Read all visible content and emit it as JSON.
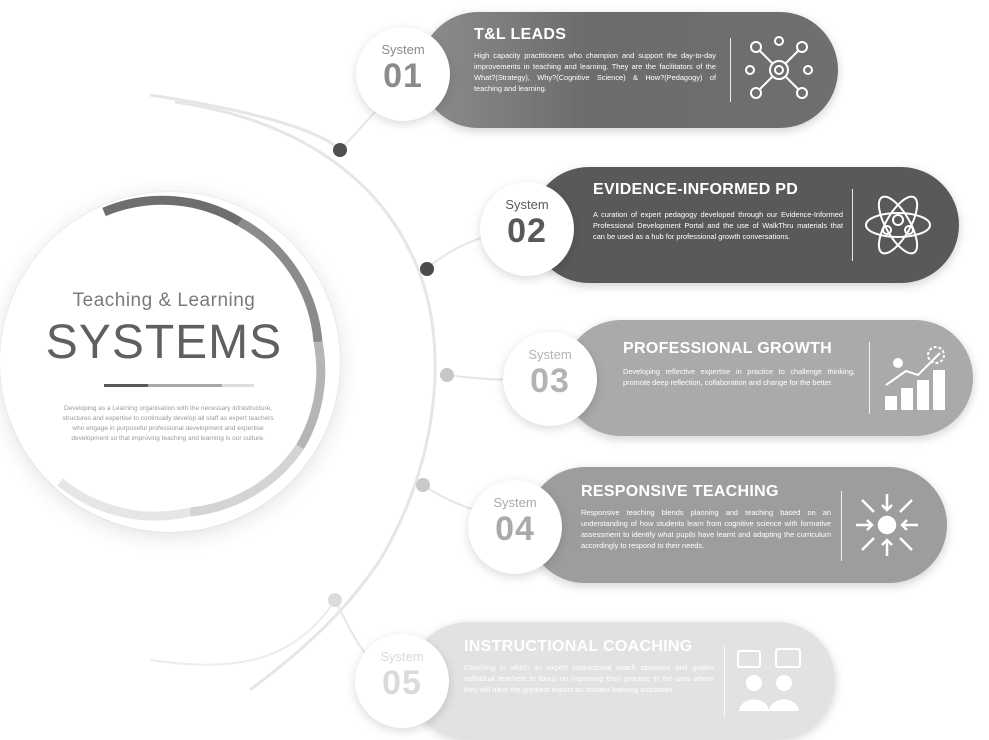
{
  "hub": {
    "subtitle": "Teaching & Learning",
    "title": "SYSTEMS",
    "description": "Developing as a Learning organisation with the necessary infrastructure, structures and expertise to continually develop all staff as expert teachers who engage in purposeful professional development and expertise development so that improving teaching and learning is our culture."
  },
  "systems": [
    {
      "word": "System",
      "number": "01",
      "title": "T&L LEADS",
      "body": "High capacity practitioners who champion and support the day-to-day improvements in teaching and learning. They are the facilitators of the What?(Strategy), Why?(Cognitive Science) & How?(Pedagogy) of teaching and learning.",
      "icon": "network-gear-icon",
      "color": "#6e6e70"
    },
    {
      "word": "System",
      "number": "02",
      "title": "EVIDENCE-INFORMED PD",
      "body": "A curation of expert pedagogy developed through our Evidence-Informed Professional Development Portal and the use of WalkThru materials that can be used as a hub for professional growth conversations.",
      "icon": "atom-people-icon",
      "color": "#58595b"
    },
    {
      "word": "System",
      "number": "03",
      "title": "PROFESSIONAL GROWTH",
      "body": "Developing reflective expertise in practice to challenge thinking, promote deep reflection, collaboration and change for the better.",
      "icon": "growth-chart-icon",
      "color": "#a9aaac"
    },
    {
      "word": "System",
      "number": "04",
      "title": "RESPONSIVE TEACHING",
      "body": "Responsive teaching blends planning and teaching based on an understanding of how students learn from cognitive science with formative assessment to identify what pupils have learnt and adapting the curriculum accordingly to respond to their needs.",
      "icon": "arrows-focus-icon",
      "color": "#9c9d9f"
    },
    {
      "word": "System",
      "number": "05",
      "title": "INSTRUCTIONAL COACHING",
      "body": "Coaching in which an expert instructional coach observes and guides individual teachers to focus on improving their practice in the area where they will have the greatest impact on student learning outcomes.",
      "icon": "coaching-icon",
      "color": "#dcdcde"
    }
  ],
  "colors": {
    "ring_dark": "#6d6e70",
    "ring_mid": "#a7a8aa",
    "ring_light": "#d8d9db",
    "connector": "#e1e1e3",
    "dot": "#4e4f51"
  }
}
